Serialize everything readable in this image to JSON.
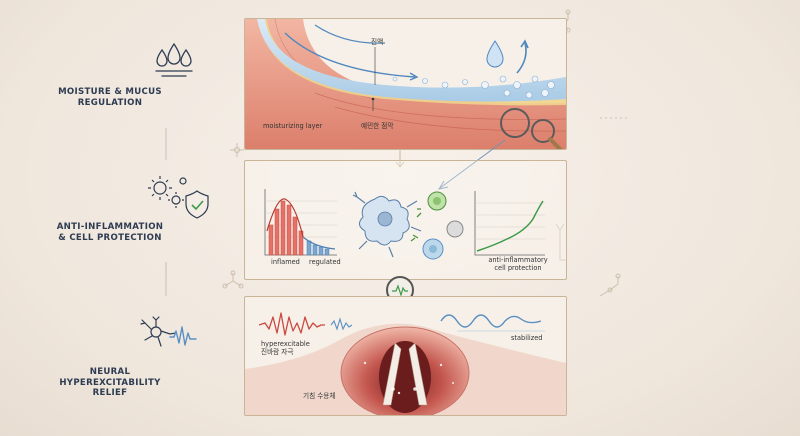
{
  "sections": [
    {
      "title": "MOISTURE & MUCUS\nREGULATION",
      "icon": "water-drops-icon"
    },
    {
      "title": "ANTI-INFLAMMATION\n& CELL PROTECTION",
      "icon": "virus-shield-icon"
    },
    {
      "title": "NEURAL\nHYPEREXCITABILITY\nRELIEF",
      "icon": "neuron-wave-icon"
    }
  ],
  "panel1": {
    "label_mucus": "진액",
    "label_moisturizing": "moisturizing layer",
    "label_mucosa": "예민한 점막"
  },
  "panel2": {
    "label_inflamed": "inflamed",
    "label_regulated": "regulated",
    "label_anti": "anti-inflammatory\ncell protection"
  },
  "panel3": {
    "label_hyper": "hyperexcitable\n진바람 자극",
    "label_stabilized": "stabilized",
    "label_receptor": "기침 수용체"
  },
  "colors": {
    "frame": "#c8b497",
    "navy": "#2e3c52",
    "red": "#c94a42",
    "blue": "#5a8fc4",
    "green": "#3d9a48"
  }
}
